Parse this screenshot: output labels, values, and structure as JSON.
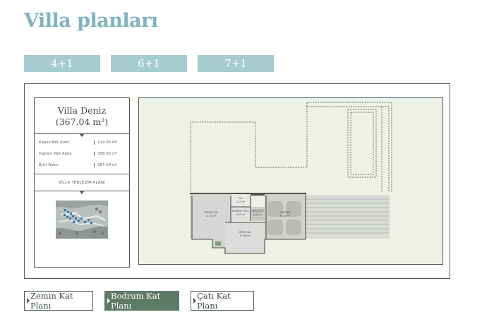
{
  "page": {
    "title": "Villa planları"
  },
  "type_tabs": [
    {
      "label": "4+1"
    },
    {
      "label": "6+1"
    },
    {
      "label": "7+1"
    }
  ],
  "villa": {
    "name": "Villa Deniz",
    "area": "(367.04 m²)",
    "stats": [
      {
        "label": "Kapalı Net Alanı",
        "value": "214.06 m²"
      },
      {
        "label": "Toplam Net Alanı",
        "value": "308.02 m²"
      },
      {
        "label": "Brüt Alanı",
        "value": "367.04 m²"
      }
    ],
    "placement_label": "VİLLA YERLEŞİM PLANI"
  },
  "floorplan": {
    "rooms": [
      {
        "name": "TEKNİK ODA",
        "area": "21.30 m²"
      },
      {
        "name": "WC",
        "area": "4.27 m²"
      },
      {
        "name": "KORİDOR HOLL",
        "area": "4.03 m²"
      },
      {
        "name": "MERDİVEN",
        "area": "6.48 m²"
      },
      {
        "name": "OTOPARK",
        "area": "61.05 m²"
      },
      {
        "name": "DEPO ODA",
        "area": "17.98 m²"
      }
    ]
  },
  "plan_buttons": [
    {
      "label": "Zemin Kat Planı",
      "active": false
    },
    {
      "label": "Bodrum Kat Planı",
      "active": true
    },
    {
      "label": "Çatı Kat Planı",
      "active": false
    }
  ],
  "colors": {
    "accent_teal": "#7fb3bd",
    "tab_bg": "#a6cbd1",
    "active_green": "#5f7a66",
    "plan_bg": "#eef2e6"
  }
}
